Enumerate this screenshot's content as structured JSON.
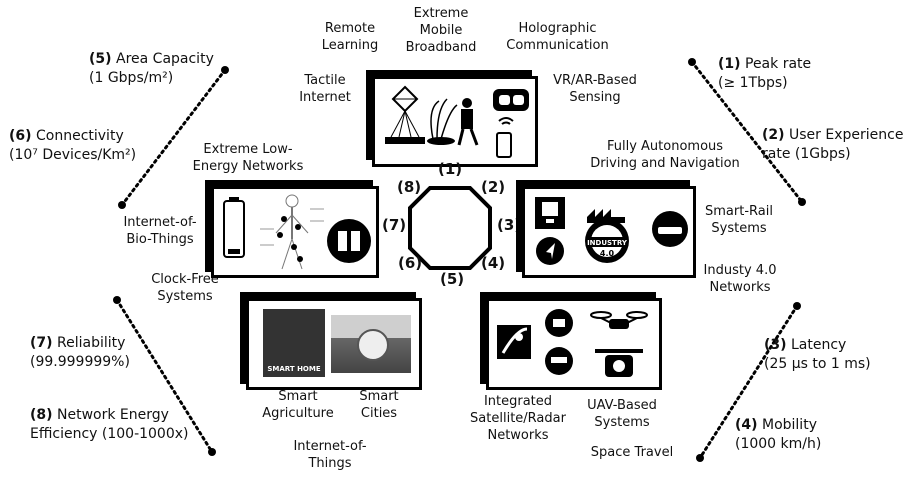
{
  "center_labels": [
    "(1)",
    "(2)",
    "(3)",
    "(4)",
    "(5)",
    "(6)",
    "(7)",
    "(8)"
  ],
  "kpis": {
    "k1": {
      "num": "(1)",
      "title": "Peak rate",
      "value": "(≥ 1Tbps)"
    },
    "k2": {
      "num": "(2)",
      "title": "User Experience",
      "value": "rate (1Gbps)"
    },
    "k3": {
      "num": "(3)",
      "title": "Latency",
      "value": "(25 μs to 1 ms)"
    },
    "k4": {
      "num": "(4)",
      "title": "Mobility",
      "value": "(1000 km/h)"
    },
    "k5": {
      "num": "(5)",
      "title": "Area Capacity",
      "value": "(1 Gbps/m²)"
    },
    "k6": {
      "num": "(6)",
      "title": "Connectivity",
      "value": "(10⁷ Devices/Km²)"
    },
    "k7": {
      "num": "(7)",
      "title": "Reliability",
      "value": "(99.999999%)"
    },
    "k8": {
      "num": "(8)",
      "title": "Network Energy",
      "value": "Efficiency (100-1000x)"
    }
  },
  "top_apps": {
    "remote": [
      "Remote",
      "Learning"
    ],
    "embb": [
      "Extreme",
      "Mobile",
      "Broadband"
    ],
    "holo": [
      "Holographic",
      "Communication"
    ],
    "tactile": [
      "Tactile",
      "Internet"
    ],
    "vrar": [
      "VR/AR-Based",
      "Sensing"
    ]
  },
  "left_apps": {
    "lowenergy": [
      "Extreme Low-",
      "Energy Networks"
    ],
    "iobt": [
      "Internet-of-",
      "Bio-Things"
    ],
    "clockfree": [
      "Clock-Free",
      "Systems"
    ]
  },
  "right_apps": {
    "autonomous": [
      "Fully Autonomous",
      "Driving and Navigation"
    ],
    "smartrail": [
      "Smart-Rail",
      "Systems"
    ],
    "industry": [
      "Industy 4.0",
      "Networks"
    ],
    "industry_badge": [
      "INDUSTRY",
      "4.0"
    ]
  },
  "bottom_left_apps": {
    "smarthome": "SMART HOME",
    "agri": [
      "Smart",
      "Agriculture"
    ],
    "cities": [
      "Smart",
      "Cities"
    ],
    "iot": [
      "Internet-of-",
      "Things"
    ]
  },
  "bottom_right_apps": {
    "satellite": [
      "Integrated",
      "Satellite/Radar",
      "Networks"
    ],
    "uav": [
      "UAV-Based",
      "Systems"
    ],
    "space": "Space Travel"
  }
}
